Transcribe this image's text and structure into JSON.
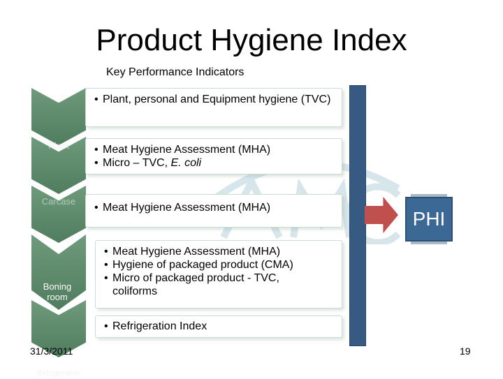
{
  "title": "Product Hygiene Index",
  "subtitle": "Key Performance Indicators",
  "stages": [
    {
      "label": ""
    },
    {
      "label": "Plant"
    },
    {
      "label": "Carcase"
    },
    {
      "label": "Boning room"
    },
    {
      "label": "Refrigeration"
    }
  ],
  "boxes": [
    {
      "items": [
        "Plant, personal  and Equipment hygiene (TVC)"
      ]
    },
    {
      "items": [
        "Meat Hygiene Assessment (MHA)",
        "Micro – TVC, "
      ],
      "italic_suffix": "E. coli"
    },
    {
      "items": [
        "Meat Hygiene Assessment (MHA)"
      ]
    },
    {
      "items": [
        "Meat Hygiene Assessment (MHA)",
        "Hygiene of packaged product (CMA)",
        "Micro of packaged product - TVC, coliforms"
      ]
    },
    {
      "items": [
        "Refrigeration Index"
      ]
    }
  ],
  "result_label": "PHI",
  "footer": {
    "date": "31/3/2011",
    "page": "19"
  },
  "colors": {
    "chevron": "#5c8a6b",
    "bar": "#375a83",
    "arrow": "#c0504d",
    "phi": "#3c6896"
  }
}
